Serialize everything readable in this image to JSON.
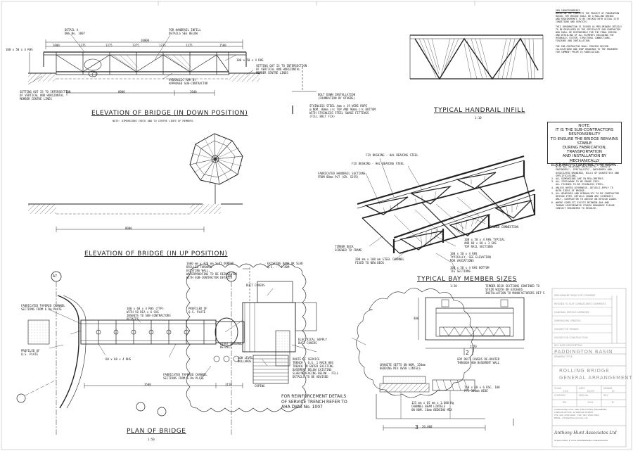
{
  "titles": {
    "elevation_down": "ELEVATION OF BRIDGE (IN DOWN POSITION)",
    "elevation_down_note": "NOTE: DIMENSIONS CHECK AND TO CENTRE LINES OF MEMBERS",
    "elevation_up": "ELEVATION OF BRIDGE (IN UP POSITION)",
    "handrail": "TYPICAL HANDRAIL INFILL",
    "bay": "TYPICAL BAY MEMBER SIZES",
    "plan": "PLAN OF BRIDGE"
  },
  "scales": {
    "handrail": "1:10",
    "bay": "1:20",
    "plan": "1:50"
  },
  "dims": {
    "top": [
      "1000",
      "1375",
      "1375",
      "1375",
      "1375",
      "1375",
      "1500"
    ],
    "overall": "10000",
    "bottom_a": "8000",
    "bottom_b": "2040",
    "up_span": "8000",
    "plan_a": "3500",
    "plan_b": "3150"
  },
  "callouts": {
    "detail_a": "DETAIL A\nDWG No. 1007",
    "handrail_infill": "FOR HANDRAIL INFILL\nDETAILS SEE BELOW",
    "shs_left": "100 x 50 x 4 RHS",
    "shs_right": "100 x 50 x 4 RHS",
    "cylinder": "HYDRAULIC RAM BY\nAPPROVED SUB-CONTRACTOR",
    "setting_out": "SETTING OUT IS TO INTERSECTION\nOF VERTICAL AND HORIZONTAL\nMEMBER CENTRE LINES",
    "setting_out_left": "SETTING OUT IS TO INTERSECTION\nOF VERTICAL AND HORIZONTAL\nMEMBER CENTRE LINES",
    "bolt_down": "BOLT DOWN INSTALLATION\n(FOUNDATION BY OTHERS)",
    "handrail_spec": "STAINLESS STEEL 4mm x 19 WIRE ROPE\n@ NOM. 80mm crs TOP AND 90mm crs BOTTOM\nWITH STAINLESS STEEL SWAGE FITTINGS\n(FILL BOLT FIX)",
    "fix_bushing_1": "FIX BUSHING - HAL BEARING STEEL",
    "fix_bushing_2": "FIX BUSHING - HAL BEARING STEEL",
    "fabricated": "FABRICATED HANDRAIL SECTIONS\nFROM 80mm PLT (GR. S355)",
    "pinned": "PINNED CONNECTION",
    "timber": "TIMBER DECK\nSCREWED TO FRAME",
    "member_1": "100 x 50 x 4 RHS TYPICAL\nAND 60 x 60 x 3 SHS\nTOP RAIL SECTIONS",
    "member_2": "100 x 50 x 4 RHS\nTYPICALLY, SEE ELEVATION\nFOR VARIATIONS",
    "member_3": "100 x 50 x 4 RHS BOTTOM\nTIE SECTIONS",
    "steel_deck": "200 mm x 100 mm STEEL CHANNEL\nFIXED TO NEW DECK",
    "flag_a7": "A7",
    "flag_a8": "A8",
    "plan_tapered_1": "FABRICATED TAPERED CHANNEL\nSECTIONS FROM 6 Rm PLATE",
    "plan_tapered_2": "FABRICATED TAPERED CHANNEL\nSECTIONS FROM 6 Rm PLATE",
    "plan_profiled": "PROFILED OF\nQ.S. PLATE",
    "plan_profiled_2": "PROFILED OF\nQ.S. PLATE",
    "plan_member": "100 x 60 x 4 RHS (TYP)\nWITH 50 DIA x 6 CHS\nINSERTS TO SUB-CONTRACTORS\nDETAILS",
    "plan_rhs": "60 x 60 x 4 RHS",
    "plan_pivot": "PIVOT ASSEMBLY\nDETAILS",
    "plan_rebar": "1600 mm x 720 mm SLOT DUMPED\nDRILLED THROUGH\nEXISTING WALL,\nWATERPROOFING TO BE REINSTATED\nWITH SUB-CONTRACTOR DETAILS",
    "plan_duct": "DUCT COVERS",
    "plan_existing": "EXISTING BANK OR SLAB\nQ.S. -- 1.40M",
    "plan_electrical": "ELECTRICAL SUPPLY\nDUCT COVERS",
    "plan_service": "ROUTE OF SERVICE\nTRENCH - Q.S. 1 MAIN HOS\nTRENCH TO ENTER EXISTING\nBASEMENT BELOW EXISTING\nSLAB/SURFACING BELOW - FILL\nDETAILS TO BE ADVISED",
    "plan_lowlevel": "LOW LEVEL\nBOLLARDS",
    "plan_coping": "COPING",
    "plan_reinforce": "FOR REINFORCEMENT DETAILS\nOF SERVICE TRENCH REFER TO\nAHA DWG No. 1007",
    "bay_note": "TIMBER DECK SECTIONS CONFINED TO\nSTAIR WIDTH OR EXCEEDS\nINSTALLATION TO MANUFACTURERS DET'S",
    "bay_grating": "GRP DUCT COVERS RE-ROUTED\nTHROUGH NEW BASEMENT WALL",
    "bay_channel": "150 x 60 x 6 RSC, 100\nPFC 300mm WIDE",
    "bay_deck_1": "GRANITE SETTS ON NOM. 150mm\nBEDDING MIX OVER LINTELS",
    "bay_deck_2": "125 mm x 65 mm x 1.600 Kg\nCHANNEL BEAM LINTELS\nON NOM. 10mm BEDDING MIX",
    "bay_dim_1": "2270",
    "bay_dim_2": "20,000",
    "bay_dim_3": "400",
    "section_2": "2",
    "section_3": "3"
  },
  "gen_notes": {
    "heading": "GEN CORRESPONDENCE",
    "text": "BASED ON THE CONCEPTS THE PROJECT OF PADDINGTON\nBASIN, THE BRIDGE SHALL BE A ROLLING BRIDGE\nAND REQUIREMENTS TO BE CHECKED WITH ACTUAL SITE\nCONDITIONS AND SERVICES.\n\nTHIS INFORMATION IS ISSUED AS PRELIMINARY DETAILS\nTO BE DEVELOPED BY THE SPECIALIST SUB-CONTRACTOR\nWHO SHALL BE RESPONSIBLE FOR THE FINAL DESIGN\nAND DETAILING OF ALL ELEMENTS INCLUDING THE\nHYDRAULIC SYSTEM, STRUCTURAL CONNECTIONS,\nFINISHES AND INSTALLATION.\n\nTHE SUB-CONTRACTOR SHALL PROVIDE DESIGN\nCALCULATIONS AND SHOP DRAWINGS TO THE ENGINEER\nFOR COMMENT PRIOR TO FABRICATION."
  },
  "important": "NOTE:\nIT IS THE SUB-CONTRACTORS RESPONSIBILITY\nTO ENSURE THE BRIDGE REMAINS STABLE\nDURING FABRICATION, TRANSPORTATION\nAND INSTALLATION BY MECHANICALLY\nLOCKING / STRAPPING THE BAMS.",
  "notes": [
    "1. THIS DRAWING IS TO BE READ IN CONJUNCTION",
    "   WITH ALL RELEVANT ARCHITECTS', SERVICE",
    "   ENGINEERS', SPECIALISTS', MACHINERY AND",
    "   ASSOCIATED DRAWINGS, BILLS OF QUANTITIES AND",
    "   SPECIFICATIONS.",
    "2. ALL DIMENSIONS ARE IN MILLIMETRES.",
    "3. ALL STEELWORK TO BE GRADE S355.",
    "   ALL FIXINGS TO BE STAINLESS STEEL.",
    "4. UNLESS NOTED OTHERWISE, DETAILS APPLY TO",
    "   BOTH SIDES OF BRIDGE.",
    "5. ALL BEARINGS AND HYDRAULICS TO BE CONTRACTOR",
    "   DESIGN ITEM. DETAILS SHOWN ARE SCHEMATIC",
    "   ONLY. CONTRACTOR TO ADVISE ON DESIGN LOADS.",
    "6. WHERE CONFLICT EXISTS BETWEEN AHA AND",
    "   THOMAS HEATHERWICK STUDIO DRAWINGS PLEASE",
    "   CONTACT ENGINEERS TO RESOLVE."
  ],
  "title_block": {
    "revisions": [
      "PRELIMINARY ISSUE FOR COMMENT",
      "REVISED TO SUIT CONSULTANTS COMMENTS",
      "HANDRAIL DETAILS AMENDED",
      "DIMENSIONS UPDATED",
      "ISSUED FOR TENDER",
      "ISSUED FOR CONSTRUCTION"
    ],
    "rev_heading": "REV  DATE  DESCRIPTION",
    "project": "PADDINGTON BASIN",
    "drawing_label": "DRAWING TITLE",
    "drawing_title_1": "ROLLING BRIDGE",
    "drawing_title_2": "GENERAL ARRANGEMENT",
    "fields": [
      "SCALE",
      "DATE",
      "DRAWN",
      "CHECKED",
      "DRG No.",
      "REV"
    ],
    "field_values": [
      "1:50",
      "03/02",
      "JG",
      "RB",
      "1001",
      "D"
    ],
    "firm": "Anthony Hunt Associates Ltd",
    "firm_sub": "STRUCTURAL & CIVIL ENGINEERING CONSULTANTS",
    "firm_address": "CONSULTING CIVIL AND STRUCTURAL ENGINEERS\nLONDON OFFICE, 44 BRIDGE STREET\nTEL: 020 7000 0000   FAX: 020 7000 0001\nEMAIL: info@anthonyhunt.co.uk"
  }
}
